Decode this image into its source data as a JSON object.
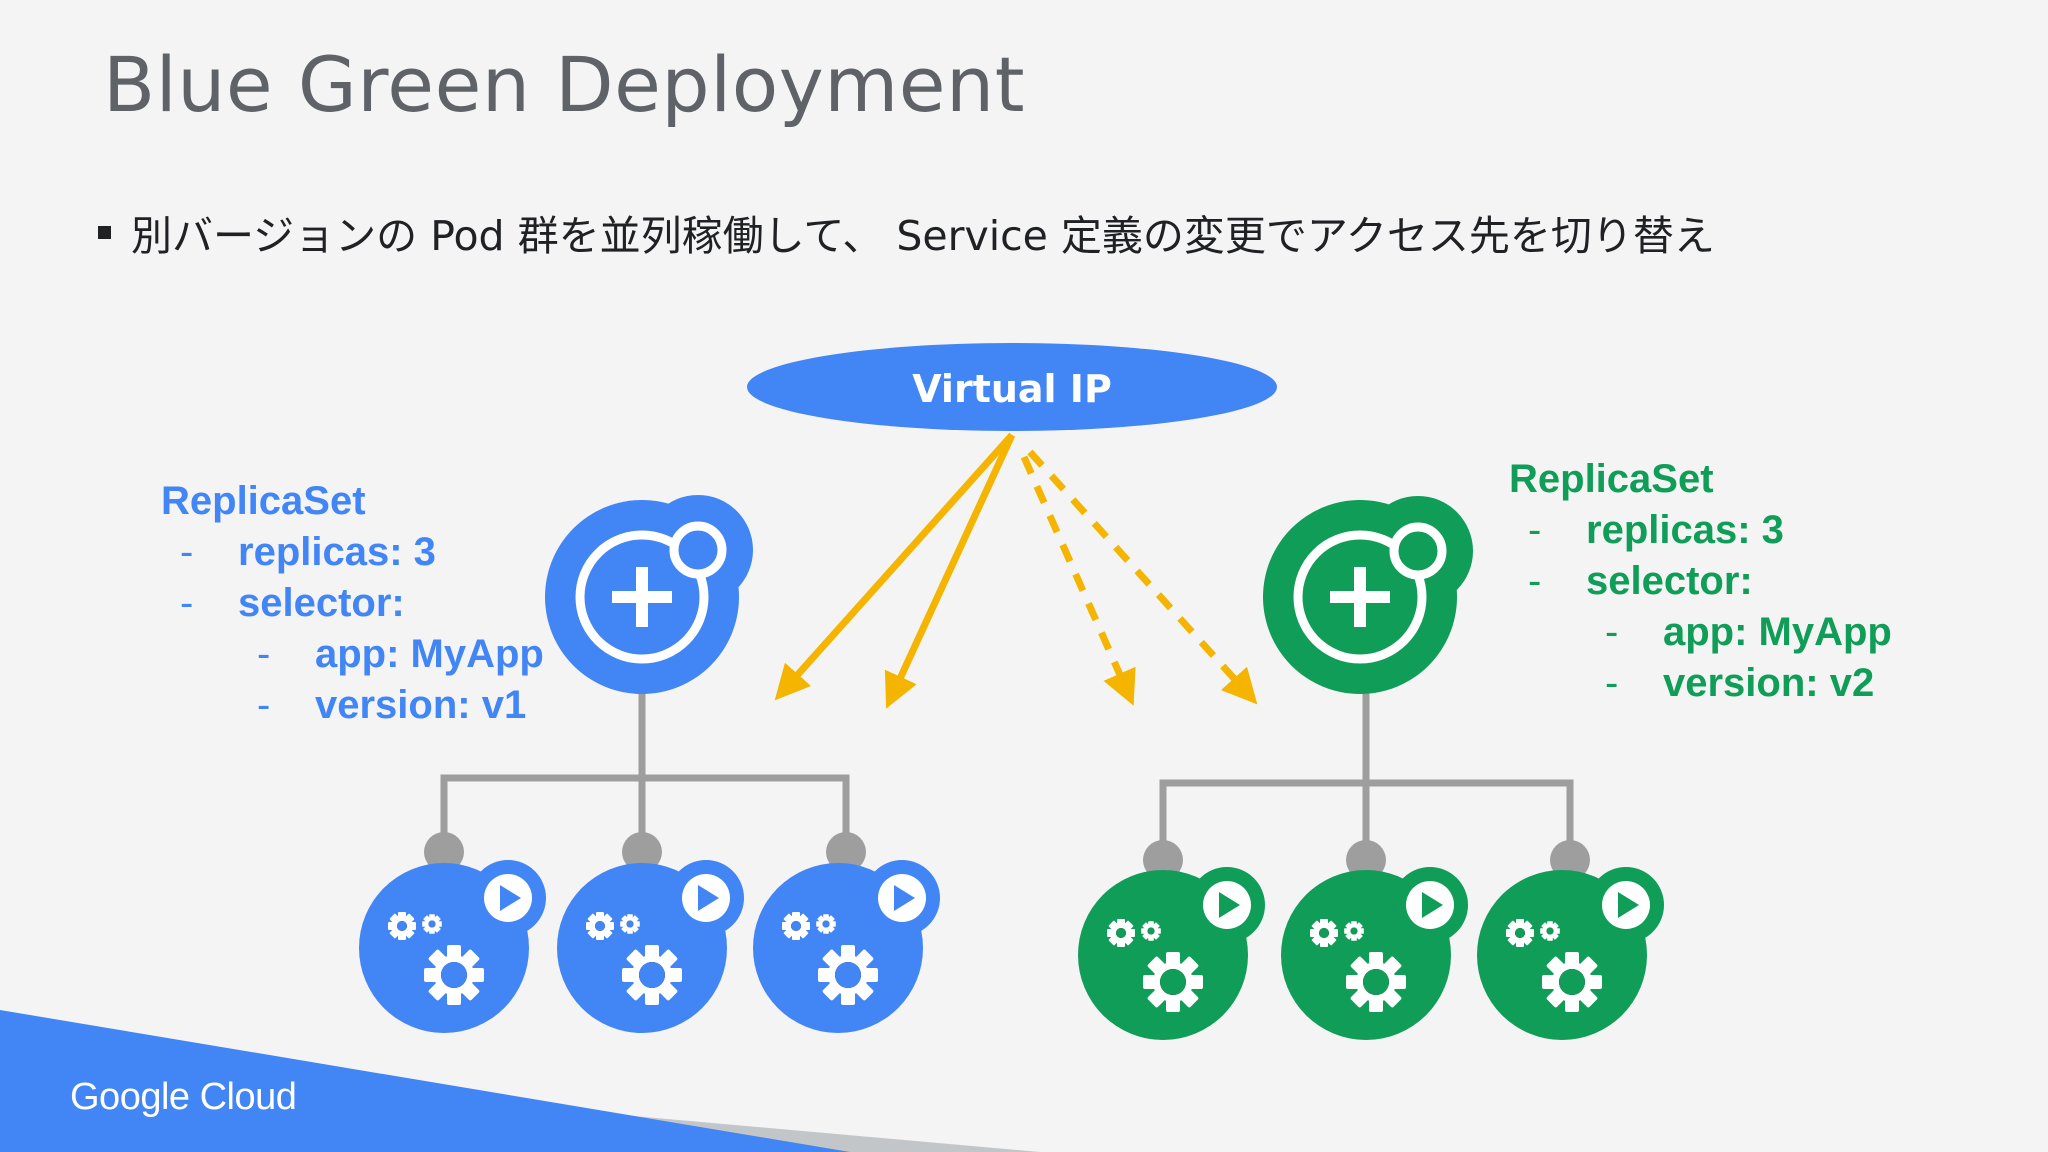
{
  "slide": {
    "title": "Blue Green Deployment",
    "bullet": "別バージョンの Pod 群を並列稼働して、 Service 定義の変更でアクセス先を切り替え"
  },
  "diagram": {
    "virtual_ip_label": "Virtual IP",
    "blue_replicaset": {
      "heading": "ReplicaSet",
      "items": [
        {
          "dash": "-",
          "text": "replicas: 3",
          "level": 1
        },
        {
          "dash": "-",
          "text": "selector:",
          "level": 1
        },
        {
          "dash": "-",
          "text": "app: MyApp",
          "level": 2
        },
        {
          "dash": "-",
          "text": "version: v1",
          "level": 2
        }
      ],
      "color": "#4285f4"
    },
    "green_replicaset": {
      "heading": "ReplicaSet",
      "items": [
        {
          "dash": "-",
          "text": "replicas: 3",
          "level": 1
        },
        {
          "dash": "-",
          "text": "selector:",
          "level": 1
        },
        {
          "dash": "-",
          "text": "app: MyApp",
          "level": 2
        },
        {
          "dash": "-",
          "text": "version: v2",
          "level": 2
        }
      ],
      "color": "#0f9d58"
    },
    "arrow_color": "#f4b400",
    "connector_color": "#9e9e9e",
    "blue_pod_count": 3,
    "green_pod_count": 3
  },
  "footer": {
    "brand": "Google Cloud",
    "accent": "#4285f4"
  }
}
